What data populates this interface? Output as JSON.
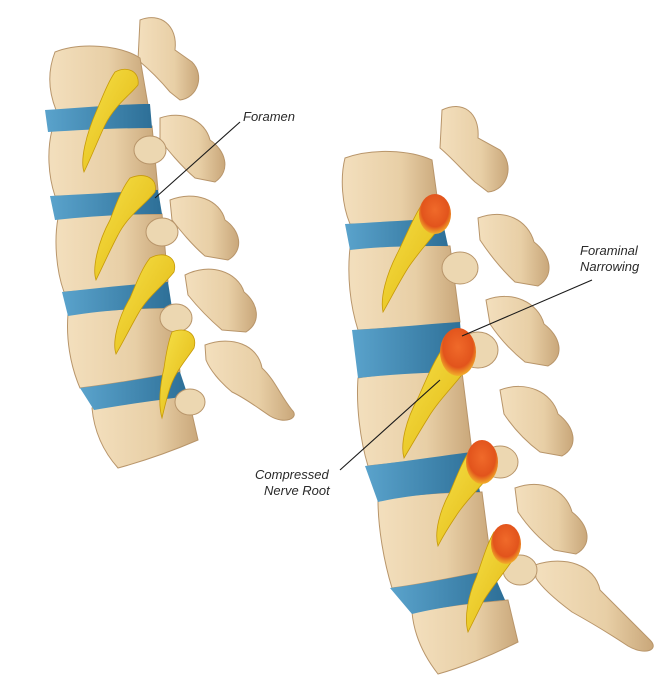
{
  "labels": {
    "foramen": "Foramen",
    "foraminal_line1": "Foraminal",
    "foraminal_line2": "Narrowing",
    "compressed_line1": "Compressed",
    "compressed_line2": "Nerve Root"
  },
  "colors": {
    "bone": "#e8cfa6",
    "bone_shadow": "#c9a77a",
    "disc": "#3e87b3",
    "nerve": "#f1d21c",
    "nerve_dark": "#d9a90a",
    "inflamed": "#e2541c",
    "leader_line": "#1a1a1a"
  }
}
